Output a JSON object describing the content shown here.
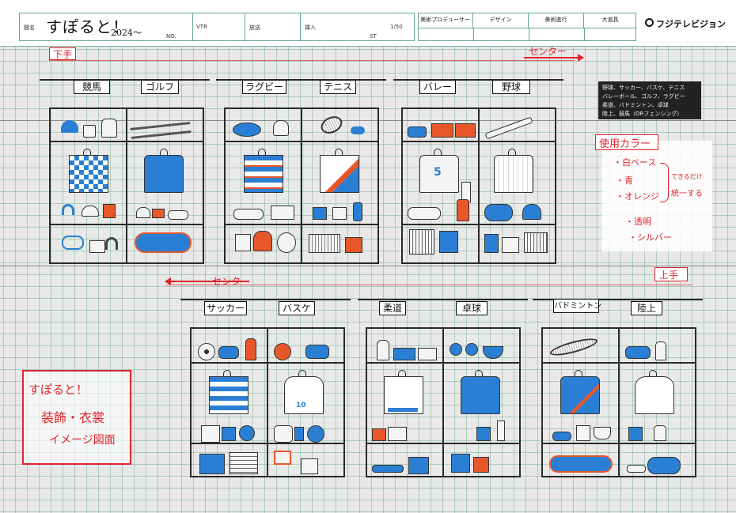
{
  "header": {
    "title_label": "題名",
    "title": "すぽると！",
    "subtitle": "2024～",
    "no_label": "NO.",
    "vtr_label": "VTR",
    "broadcast_label": "放送",
    "insert_label": "挿入",
    "st_label": "ST",
    "scale": "1/50",
    "credits": [
      "美術プロデューサー",
      "デザイン",
      "美術進行",
      "大道具"
    ],
    "logo": "フジテレビジョン"
  },
  "stage_marks": {
    "shimote": "下手",
    "kamite": "上手",
    "center_top": "センター",
    "center_bottom": "センター"
  },
  "cabinets": [
    {
      "labels": [
        "競馬",
        "ゴルフ"
      ]
    },
    {
      "labels": [
        "ラグビー",
        "テニス"
      ]
    },
    {
      "labels": [
        "バレー",
        "野球"
      ]
    },
    {
      "labels": [
        "サッカー",
        "バスケ"
      ]
    },
    {
      "labels": [
        "柔道",
        "卓球"
      ]
    },
    {
      "labels": [
        "バドミントン",
        "陸上"
      ]
    }
  ],
  "legend": {
    "lines": [
      "野球、サッカー、バスケ、テニス",
      "バレーボール、ゴルフ、ラグビー",
      "柔道、バドミントン、卓球",
      "陸上、競馬（ORフェンシング）"
    ]
  },
  "color_note": {
    "heading": "使用カラー",
    "items": [
      "・白ベース",
      "・青",
      "・オレンジ",
      "・透明",
      "・シルバー"
    ],
    "aside": [
      "できるだけ",
      "統一する"
    ]
  },
  "stamp": {
    "lines": [
      "すぽると！",
      "装飾・衣裳",
      "イメージ図面"
    ]
  },
  "colors": {
    "accent_red": "#e0242b",
    "blue": "#2a7fd4",
    "orange": "#e8572a",
    "grid": "#7fb79c"
  }
}
